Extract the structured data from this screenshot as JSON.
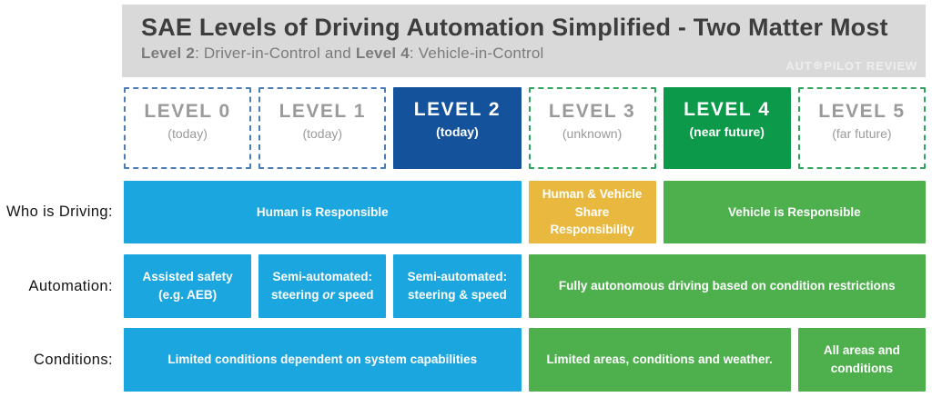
{
  "header": {
    "title": "SAE Levels of Driving Automation Simplified - Two Matter Most",
    "subtitle": {
      "bold1": "Level 2",
      "mid": ": Driver-in-Control and ",
      "bold2": "Level 4",
      "end": ": Vehicle-in-Control"
    },
    "watermark": {
      "pre": "AUT",
      "icon": "⊕",
      "post": "PILOT REVIEW"
    }
  },
  "levels": [
    {
      "title": "LEVEL 0",
      "subtitle": "(today)"
    },
    {
      "title": "LEVEL 1",
      "subtitle": "(today)"
    },
    {
      "title": "LEVEL 2",
      "subtitle": "(today)"
    },
    {
      "title": "LEVEL 3",
      "subtitle": "(unknown)"
    },
    {
      "title": "LEVEL 4",
      "subtitle": "(near future)"
    },
    {
      "title": "LEVEL 5",
      "subtitle": "(far future)"
    }
  ],
  "rows": {
    "who": {
      "label": "Who is Driving:",
      "boxes": [
        {
          "text": "Human is Responsible"
        },
        {
          "text": "Human & Vehicle\nShare\nResponsibility"
        },
        {
          "text": "Vehicle is Responsible"
        }
      ]
    },
    "automation": {
      "label": "Automation:",
      "boxes": [
        {
          "text": "Assisted safety\n(e.g. AEB)"
        },
        {
          "line1": "Semi-automated:",
          "line2_pre": "steering ",
          "line2_italic": "or",
          "line2_post": " speed"
        },
        {
          "text": "Semi-automated:\nsteering & speed"
        },
        {
          "text": "Fully autonomous driving based on condition restrictions"
        }
      ]
    },
    "conditions": {
      "label": "Conditions:",
      "boxes": [
        {
          "text": "Limited conditions dependent on system capabilities"
        },
        {
          "text": "Limited areas, conditions and weather."
        },
        {
          "text": "All areas and\nconditions"
        }
      ]
    }
  },
  "colors": {
    "cyan": "#1ca6e0",
    "dark_blue": "#14529c",
    "green_light": "#4db04d",
    "green_dark": "#0c9a4a",
    "yellow": "#e9b83f",
    "border_blue": "#4a7cb5",
    "border_green": "#2fa55f",
    "header_bg": "#d9d9d9",
    "title_text": "#3d3d3d",
    "subtitle_text": "#7b7b7b",
    "level_gray_text": "#9a9a9a"
  }
}
